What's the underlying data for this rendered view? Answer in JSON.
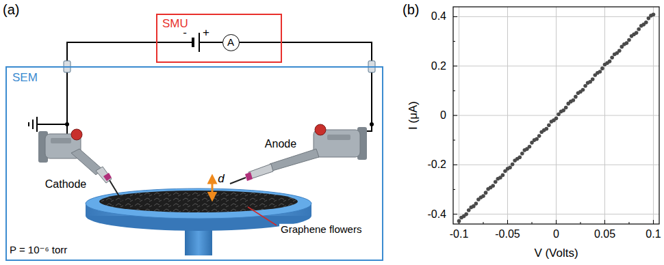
{
  "diagram": {
    "nodes": [
      {
        "text": [
          "SMU"
        ]
      },
      {
        "text": [
          "A"
        ],
        "in": 0
      },
      {
        "text": [
          "SEM"
        ]
      }
    ],
    "labels": [
      "(a)",
      "(b)",
      "-",
      "+",
      "Cathode",
      "Anode",
      "d",
      "Graphene flowers",
      "P = 10⁻⁶ torr",
      "0.4",
      "0.2",
      "0",
      "-0.2",
      "-0.4",
      "I (μA)",
      "-0.1",
      "-0.05",
      "0",
      "0.05",
      "0.1",
      "V (Volts)"
    ]
  }
}
